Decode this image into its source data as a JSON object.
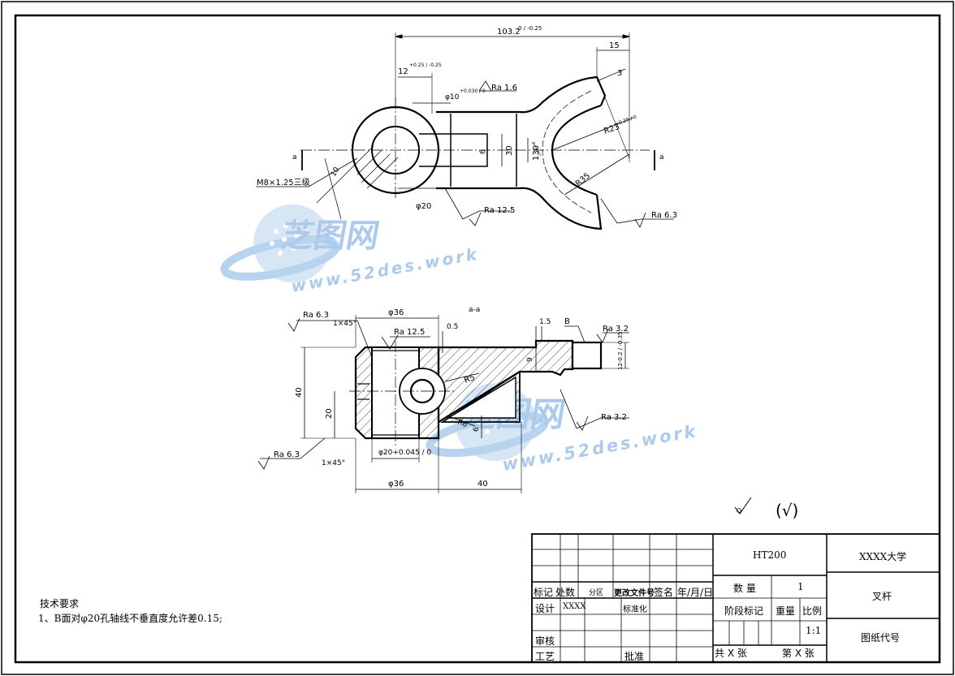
{
  "drawing": {
    "top_view": {
      "dim_total": "103.2",
      "dim_total_tol": "0 / -0.25",
      "dim_15": "15",
      "dim_3": "3",
      "dim_12": "12",
      "dim_12_tol": "+0.25 / -0.25",
      "dim_phi10": "φ10",
      "dim_phi10_tol": "+0.030 / 0",
      "ra_16": "Ra 1.6",
      "dim_r23": "R23",
      "dim_r23_tol": "+0.25 / 0",
      "dim_r35": "R35",
      "dim_130": "130°",
      "dim_30": "30",
      "dim_6": "6",
      "thread": "M8×1.25三级",
      "dim_10": "10",
      "dim_phi20": "φ20",
      "ra_125": "Ra 12.5",
      "ra_63": "Ra 6.3",
      "section_mark": "a"
    },
    "section_view": {
      "title": "a-a",
      "ra_63_top": "Ra 6.3",
      "chamfer_top": "1×45°",
      "dim_phi36_top": "φ36",
      "ra_125": "Ra 12.5",
      "dim_05": "0.5",
      "dim_15": "1.5",
      "datum_b": "B",
      "ra_32_top": "Ra 3.2",
      "dim_9": "9",
      "dim_12_tol": "12-0.2 / -0.35",
      "dim_40_v": "40",
      "dim_20_v": "20",
      "dim_r5": "R5",
      "dim_r6": "R6",
      "dim_6": "6",
      "ra_32_bot": "Ra 3.2",
      "ra_63_bot": "Ra 6.3",
      "chamfer_bot": "1×45°",
      "dim_phi20_tol": "φ20+0.045 / 0",
      "dim_phi36_bot": "φ36",
      "dim_40_h": "40"
    },
    "roughness_note": "(√)",
    "watermark": {
      "name": "芝图网",
      "url": "www.52des.work"
    }
  },
  "title_block": {
    "material": "HT200",
    "school": "XXXX大学",
    "part_name": "叉杆",
    "drawing_no_label": "图纸代号",
    "qty_label": "数 量",
    "qty_value": "1",
    "stage_label": "阶段标记",
    "weight_label": "重量",
    "scale_label": "比例",
    "scale_value": "1:1",
    "sheets_total": "共 X 张",
    "sheet_no": "第 X 张",
    "rev_mark": "标记",
    "rev_count": "处数",
    "rev_zone": "分区",
    "rev_doc": "更改文件号",
    "rev_sign": "签名",
    "rev_date": "年/月/日",
    "design": "设计",
    "design_name": "XXXX",
    "standardize": "标准化",
    "review": "审核",
    "process": "工艺",
    "approve": "批准"
  },
  "requirements": {
    "heading": "技术要求",
    "item1": "1、B面对φ20孔轴线不垂直度允许差0.15;"
  }
}
